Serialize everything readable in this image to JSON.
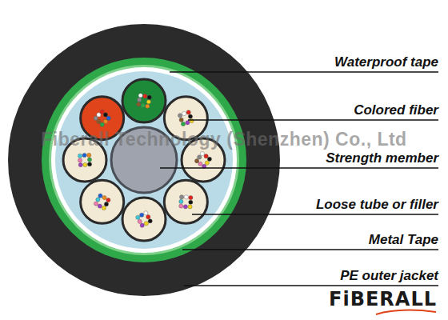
{
  "diagram": {
    "labels": [
      "Waterproof tape",
      "Colored fiber",
      "Strength member",
      "Loose tube or filler",
      "Metal Tape",
      "PE outer jacket",
      "Fiberall Technology (Shenzhen) Co., Ltd",
      "FiBERALL"
    ]
  }
}
